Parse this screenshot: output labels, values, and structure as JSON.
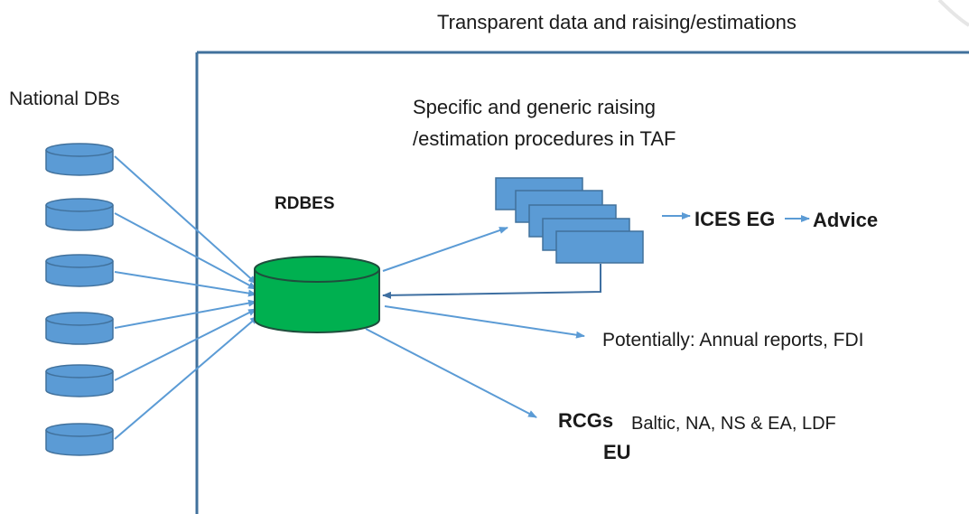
{
  "diagram": {
    "title": "Transparent data and raising/estimations",
    "national_dbs_label": "National DBs",
    "procedures_label_line1": "Specific and generic raising",
    "procedures_label_line2": "/estimation procedures in TAF",
    "rdbes_label": "RDBES",
    "ices_eg_label": "ICES EG",
    "advice_label": "Advice",
    "potential_outputs_label": "Potentially: Annual reports, FDI",
    "rcgs_label": "RCGs",
    "rcgs_detail": "Baltic, NA, NS & EA, LDF",
    "eu_label": "EU"
  },
  "colors": {
    "database_blue": "#5b9bd5",
    "database_outline": "#41719c",
    "rdbes_green": "#00b050",
    "rdbes_outline": "#1f4e3d",
    "arrow_blue": "#5b9bd5",
    "frame_line": "#41719c",
    "feedback_arrow": "#3e6fa1"
  }
}
